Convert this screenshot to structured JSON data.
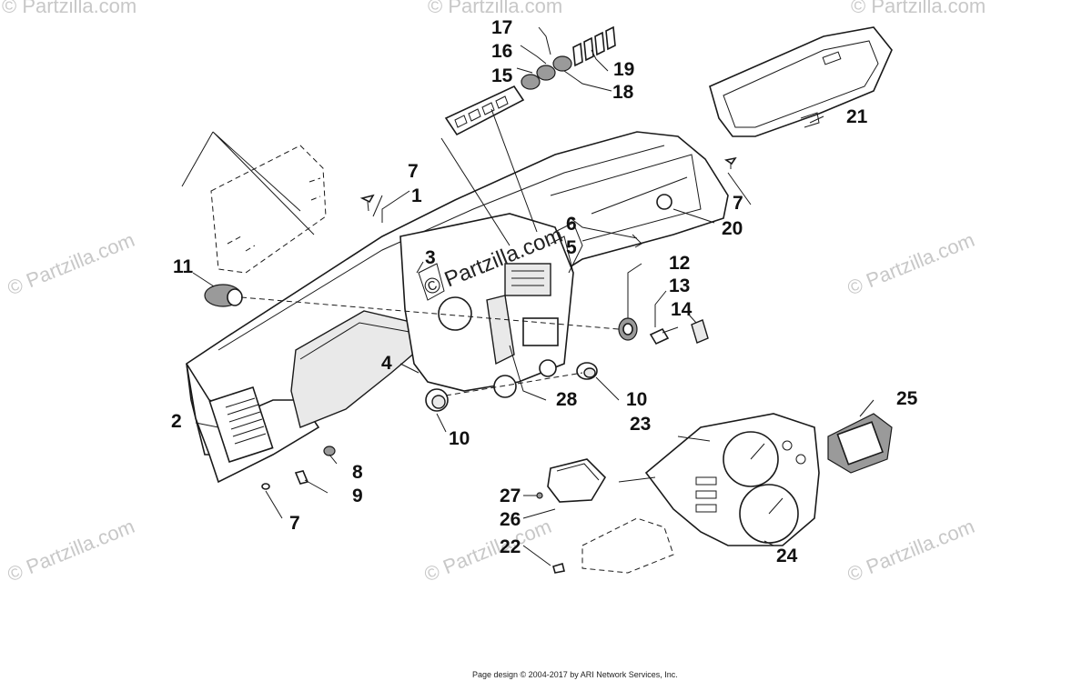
{
  "diagram": {
    "callouts": [
      {
        "id": "1",
        "label": "1"
      },
      {
        "id": "2",
        "label": "2"
      },
      {
        "id": "3",
        "label": "3"
      },
      {
        "id": "4",
        "label": "4"
      },
      {
        "id": "5",
        "label": "5"
      },
      {
        "id": "6",
        "label": "6"
      },
      {
        "id": "7a",
        "label": "7"
      },
      {
        "id": "7b",
        "label": "7"
      },
      {
        "id": "7c",
        "label": "7"
      },
      {
        "id": "8",
        "label": "8"
      },
      {
        "id": "9",
        "label": "9"
      },
      {
        "id": "10a",
        "label": "10"
      },
      {
        "id": "10b",
        "label": "10"
      },
      {
        "id": "11",
        "label": "11"
      },
      {
        "id": "12",
        "label": "12"
      },
      {
        "id": "13",
        "label": "13"
      },
      {
        "id": "14",
        "label": "14"
      },
      {
        "id": "15",
        "label": "15"
      },
      {
        "id": "16",
        "label": "16"
      },
      {
        "id": "17",
        "label": "17"
      },
      {
        "id": "18",
        "label": "18"
      },
      {
        "id": "19",
        "label": "19"
      },
      {
        "id": "20",
        "label": "20"
      },
      {
        "id": "21",
        "label": "21"
      },
      {
        "id": "22",
        "label": "22"
      },
      {
        "id": "23",
        "label": "23"
      },
      {
        "id": "24",
        "label": "24"
      },
      {
        "id": "25",
        "label": "25"
      },
      {
        "id": "26",
        "label": "26"
      },
      {
        "id": "27",
        "label": "27"
      },
      {
        "id": "28",
        "label": "28"
      }
    ]
  },
  "watermark": {
    "text": "© Partzilla.com",
    "color": "#c8c8c8"
  },
  "footer": {
    "text": "Page design © 2004-2017 by ARI Network Services, Inc."
  }
}
